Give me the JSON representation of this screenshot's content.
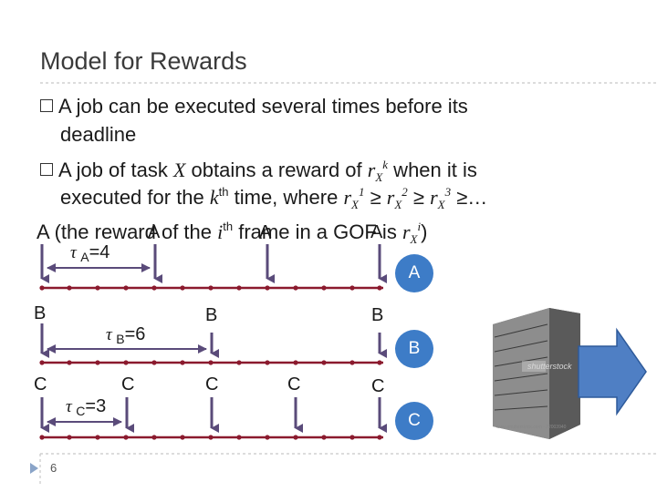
{
  "title": "Model for Rewards",
  "bullets": {
    "b1_line1": "A job can be executed several times before its",
    "b1_line2": "deadline",
    "b2_part1": "A job of task ",
    "b2_task": "X",
    "b2_part2": " obtains a reward of ",
    "b2_r": "r",
    "b2_rsub": "X",
    "b2_rsup": "k",
    "b2_part3": " when it is",
    "b2_line2_part1": "executed for the ",
    "b2_k": "k",
    "b2_th": "th",
    "b2_line2_part2": " time, where ",
    "b2_ineq_tail": "…",
    "b3_prefix": "A",
    "b3_text": "(the reward of the ",
    "b3_i": "i",
    "b3_th": "th",
    "b3_text2": " frame in a GOF is ",
    "b3_close": ")"
  },
  "diagram": {
    "label_A_overlay1": "A",
    "label_A_overlay2": "A",
    "label_A_overlay3": "A",
    "tau_a_symbol": "τ",
    "tau_a_sub": "A",
    "tau_a_value": "=4",
    "tau_b_symbol": "τ",
    "tau_b_sub": "B",
    "tau_b_value": "=6",
    "tau_c_symbol": "τ",
    "tau_c_sub": "C",
    "tau_c_value": "=3",
    "row_labels": {
      "a": "A",
      "b": "B",
      "c": "C"
    },
    "b_labels": [
      "B",
      "B",
      "B"
    ],
    "c_labels": [
      "C",
      "C",
      "C",
      "C"
    ],
    "circle_a": "A",
    "circle_b": "B",
    "circle_c": "C"
  },
  "watermark": {
    "brand": "shutterstock",
    "caption": "www.shutterstock.com · 22003940"
  },
  "page_number": "6",
  "colors": {
    "accent": "#3d7cc7",
    "track": "#8b1a2e",
    "arrow": "#5a4b7a",
    "server_arrow": "#4f7fc4"
  }
}
